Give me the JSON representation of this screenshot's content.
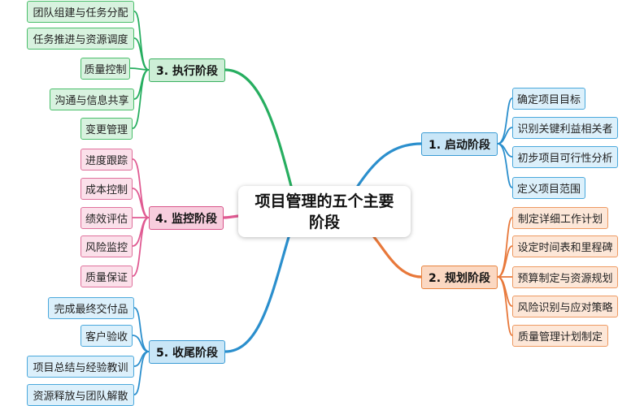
{
  "title": "项目管理的五个主要阶段",
  "colors": {
    "execution": "#27ae60",
    "monitoring": "#e05a92",
    "closing": "#2b8fcd",
    "initiation": "#2b8fcd",
    "planning": "#e8783a"
  },
  "branches": {
    "execution": {
      "label": "3. 执行阶段",
      "items": [
        "团队组建与任务分配",
        "任务推进与资源调度",
        "质量控制",
        "沟通与信息共享",
        "变更管理"
      ]
    },
    "monitoring": {
      "label": "4. 监控阶段",
      "items": [
        "进度跟踪",
        "成本控制",
        "绩效评估",
        "风险监控",
        "质量保证"
      ]
    },
    "closing": {
      "label": "5. 收尾阶段",
      "items": [
        "完成最终交付品",
        "客户验收",
        "项目总结与经验教训",
        "资源释放与团队解散"
      ]
    },
    "initiation": {
      "label": "1. 启动阶段",
      "items": [
        "确定项目目标",
        "识别关键利益相关者",
        "初步项目可行性分析",
        "定义项目范围"
      ]
    },
    "planning": {
      "label": "2. 规划阶段",
      "items": [
        "制定详细工作计划",
        "设定时间表和里程碑",
        "预算制定与资源规划",
        "风险识别与应对策略",
        "质量管理计划制定"
      ]
    }
  }
}
